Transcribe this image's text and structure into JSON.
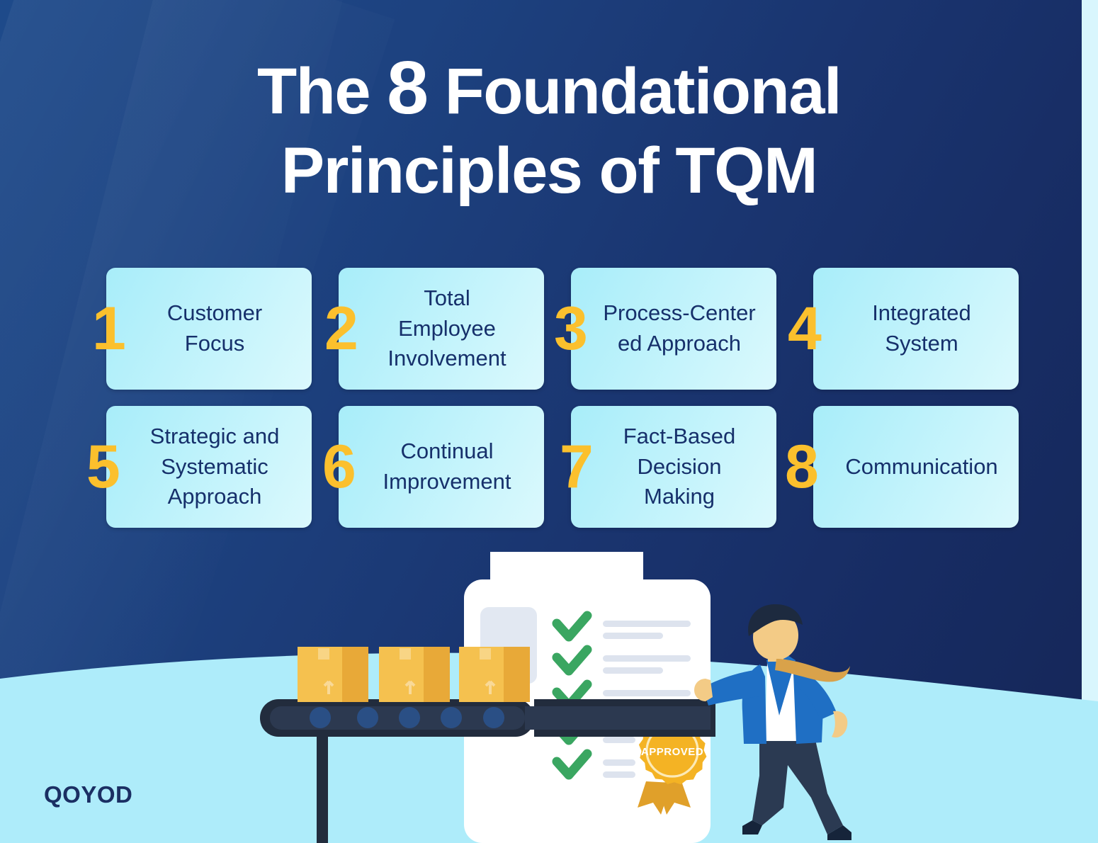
{
  "poster": {
    "title_line1_pre": "The ",
    "title_number": "8",
    "title_line1_post": " Foundational",
    "title_line2": "Principles of TQM",
    "brand": "QOYOD",
    "colors": {
      "background_navy_left": "#1e4a8a",
      "background_navy_right": "#152657",
      "card_gradient_start": "#a8edf9",
      "card_gradient_end": "#dbf9fd",
      "card_text": "#16306b",
      "number_yellow": "#fbc02d",
      "ground_light_blue": "#aeecfa",
      "check_green": "#3aa661",
      "badge_gold": "#f4b324",
      "box_cardboard": "#f5c14f",
      "suit_blue": "#1f6fc4"
    }
  },
  "principles": [
    {
      "number": "1",
      "label": "Customer\nFocus"
    },
    {
      "number": "2",
      "label": "Total\nEmployee\nInvolvement"
    },
    {
      "number": "3",
      "label": "Process-Center\ned Approach"
    },
    {
      "number": "4",
      "label": "Integrated\nSystem"
    },
    {
      "number": "5",
      "label": "Strategic and\nSystematic\nApproach"
    },
    {
      "number": "6",
      "label": "Continual\nImprovement"
    },
    {
      "number": "7",
      "label": "Fact-Based\nDecision\nMaking"
    },
    {
      "number": "8",
      "label": "Communication"
    }
  ],
  "illustration": {
    "badge_text": "APPROVED",
    "checklist_items": 5,
    "boxes": 3,
    "conveyor_rollers": 5,
    "icon_names": [
      "clipboard-document-icon",
      "checkmark-icon",
      "approved-badge-icon",
      "rubber-stamp-icon",
      "cardboard-box-icon",
      "conveyor-belt-icon",
      "businessman-figure-icon"
    ]
  }
}
